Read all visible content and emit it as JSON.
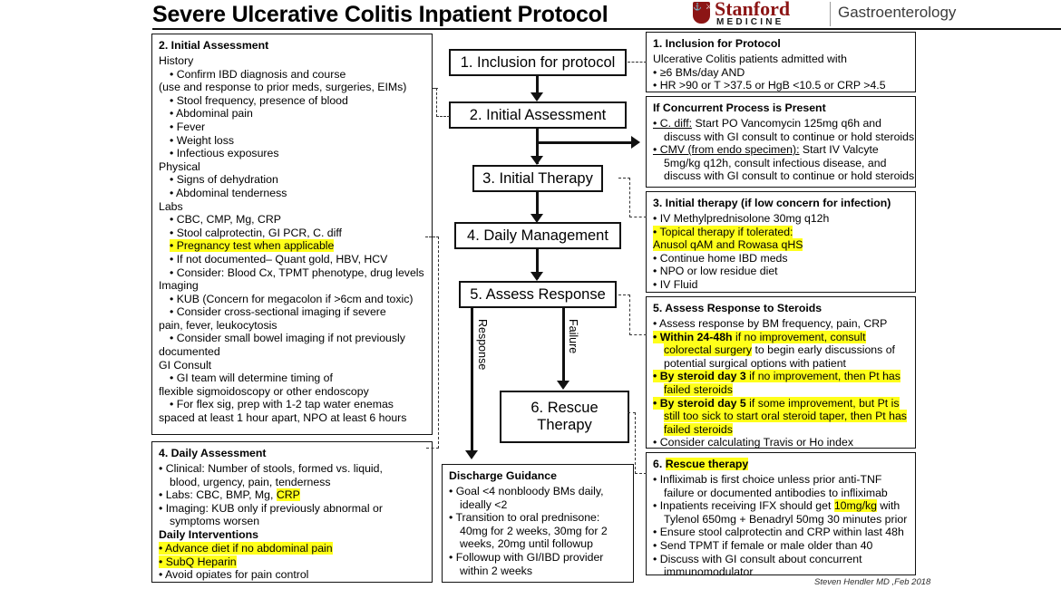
{
  "header": {
    "title": "Severe Ulcerative Colitis Inpatient Protocol",
    "logo": {
      "shield_icon": "stanford-shield-icon",
      "word_stanford": "Stanford",
      "word_medicine": "MEDICINE",
      "department": "Gastroenterology",
      "brand_color": "#8C1515"
    }
  },
  "flow": {
    "step1": "1. Inclusion for protocol",
    "step2": "2. Initial Assessment",
    "step3": "3. Initial Therapy",
    "step4": "4. Daily Management",
    "step5": "5. Assess Response",
    "step6_line1": "6. Rescue",
    "step6_line2": "Therapy",
    "edge_response": "Response",
    "edge_failure": "Failure"
  },
  "left_assessment": {
    "heading": "2. Initial Assessment",
    "sections": [
      {
        "label": "History",
        "items": [
          {
            "text": "• Confirm IBD diagnosis and course",
            "indent": 1
          },
          {
            "text": "(use and response to prior meds, surgeries, EIMs)",
            "indent": 0
          },
          {
            "text": "• Stool frequency, presence of blood",
            "indent": 1
          },
          {
            "text": "• Abdominal pain",
            "indent": 1
          },
          {
            "text": "• Fever",
            "indent": 1
          },
          {
            "text": "• Weight loss",
            "indent": 1
          },
          {
            "text": "• Infectious exposures",
            "indent": 1
          }
        ]
      },
      {
        "label": "Physical",
        "items": [
          {
            "text": "• Signs of dehydration",
            "indent": 1
          },
          {
            "text": "• Abdominal tenderness",
            "indent": 1
          }
        ]
      },
      {
        "label": "Labs",
        "items": [
          {
            "text": "• CBC, CMP, Mg, CRP",
            "indent": 1
          },
          {
            "text": "• Stool calprotectin, GI PCR, C. diff",
            "indent": 1
          },
          {
            "text": "• Pregnancy test when applicable",
            "indent": 1,
            "highlight": true
          },
          {
            "text": "• If not documented– Quant gold, HBV, HCV",
            "indent": 1
          },
          {
            "text": "• Consider: Blood Cx, TPMT phenotype, drug levels",
            "indent": 1
          }
        ]
      },
      {
        "label": "Imaging",
        "items": [
          {
            "text": "• KUB (Concern for megacolon if >6cm and toxic)",
            "indent": 1
          },
          {
            "text": "• Consider cross-sectional imaging if severe",
            "indent": 1
          },
          {
            "text": "pain, fever, leukocytosis",
            "indent": 0
          },
          {
            "text": "• Consider small bowel imaging if not previously",
            "indent": 1
          },
          {
            "text": "documented",
            "indent": 0
          }
        ]
      },
      {
        "label": "GI Consult",
        "items": [
          {
            "text": "• GI team will determine timing of",
            "indent": 1
          },
          {
            "text": "flexible sigmoidoscopy or other endoscopy",
            "indent": 0
          },
          {
            "text": "• For flex sig,  prep with 1-2 tap water enemas",
            "indent": 1
          },
          {
            "text": "spaced at least 1 hour apart, NPO at least 6 hours",
            "indent": 0
          }
        ]
      }
    ]
  },
  "left_daily": {
    "heading": "4. Daily Assessment",
    "items": [
      {
        "text": "• Clinical: Number of stools, formed vs. liquid,",
        "indent": 0
      },
      {
        "text": "blood, urgency, pain, tenderness",
        "indent": 1
      },
      {
        "text": "• Labs: CBC, BMP, Mg, ",
        "indent": 0,
        "tail": "CRP",
        "tail_highlight": true
      },
      {
        "text": "• Imaging: KUB only if previously abnormal or",
        "indent": 0
      },
      {
        "text": "symptoms worsen",
        "indent": 1
      }
    ],
    "sub_heading": "Daily Interventions",
    "interventions": [
      {
        "text": "• Advance diet if no abdominal pain",
        "highlight": true
      },
      {
        "text": "• SubQ Heparin",
        "highlight": true
      },
      {
        "text": "• Avoid opiates for pain control",
        "highlight": false
      }
    ]
  },
  "discharge": {
    "heading": "Discharge Guidance",
    "items": [
      {
        "text": "• Goal <4 nonbloody BMs daily,",
        "indent": 0
      },
      {
        "text": "ideally <2",
        "indent": 1
      },
      {
        "text": "• Transition to oral prednisone:",
        "indent": 0
      },
      {
        "text": "40mg for 2 weeks, 30mg for 2",
        "indent": 1
      },
      {
        "text": "weeks, 20mg until followup",
        "indent": 1
      },
      {
        "text": "• Followup with GI/IBD provider",
        "indent": 0
      },
      {
        "text": "within 2 weeks",
        "indent": 1
      }
    ]
  },
  "right_inclusion": {
    "heading": "1. Inclusion for Protocol",
    "items": [
      {
        "text": "Ulcerative Colitis patients admitted with",
        "indent": 0
      },
      {
        "text": "• ≥6 BMs/day AND",
        "indent": 0
      },
      {
        "text": "• HR >90 or T >37.5 or HgB <10.5 or CRP >4.5",
        "indent": 0
      }
    ]
  },
  "right_concurrent": {
    "heading": "If Concurrent Process is Present",
    "items": [
      {
        "lead": "• C. diff:",
        "underline": true,
        "text": " Start PO Vancomycin 125mg q6h and",
        "indent": 0
      },
      {
        "text": "discuss with GI consult to continue or hold steroids",
        "indent": 1
      },
      {
        "lead": "• CMV (from endo specimen):",
        "underline": true,
        "text": " Start IV Valcyte",
        "indent": 0
      },
      {
        "text": "5mg/kg q12h, consult infectious disease, and",
        "indent": 1
      },
      {
        "text": "discuss with GI consult to continue or hold steroids",
        "indent": 1
      }
    ]
  },
  "right_therapy": {
    "heading": "3. Initial therapy (if low concern for infection)",
    "items": [
      {
        "text": "• IV Methylprednisolone 30mg q12h",
        "indent": 0
      },
      {
        "text": "• Topical therapy if tolerated:",
        "indent": 0,
        "highlight": true
      },
      {
        "text": "  Anusol qAM and Rowasa qHS",
        "indent": 0,
        "highlight": true
      },
      {
        "text": "• Continue home IBD meds",
        "indent": 0
      },
      {
        "text": "• NPO or low residue diet",
        "indent": 0
      },
      {
        "text": "• IV Fluid",
        "indent": 0
      }
    ]
  },
  "right_assess": {
    "heading": "5. Assess Response to Steroids",
    "items": [
      {
        "text": "• Assess response by BM frequency, pain, CRP",
        "indent": 0
      },
      {
        "bold": "• Within 24-48h",
        "text": " if no improvement, consult",
        "indent": 0,
        "highlight": true
      },
      {
        "text": "colorectal surgery",
        "tail": " to begin early discussions of",
        "indent": 1,
        "part_highlight": true
      },
      {
        "text": "potential surgical options with patient",
        "indent": 1
      },
      {
        "bold": "• By steroid day 3",
        "text": " if no improvement, then Pt has",
        "indent": 0,
        "highlight": true
      },
      {
        "text": "failed steroids",
        "indent": 1,
        "highlight": true
      },
      {
        "bold": "• By steroid day 5",
        "text": " if some improvement, but Pt is",
        "indent": 0,
        "highlight": true
      },
      {
        "text": "still too sick to start oral steroid taper, then Pt has",
        "indent": 1,
        "highlight": true
      },
      {
        "text": "failed steroids",
        "indent": 1,
        "highlight": true
      },
      {
        "text": "• Consider calculating Travis or Ho index",
        "indent": 0
      }
    ]
  },
  "right_rescue": {
    "heading_num": "6. ",
    "heading": "Rescue therapy",
    "items": [
      {
        "text": "• Infliximab is first choice unless prior anti-TNF",
        "indent": 0
      },
      {
        "text": "failure or documented antibodies to infliximab",
        "indent": 1
      },
      {
        "text": "• Inpatients receiving IFX should get ",
        "mid": "10mg/kg",
        "tail": " with",
        "indent": 0
      },
      {
        "text": "Tylenol 650mg + Benadryl 50mg 30 minutes prior",
        "indent": 1
      },
      {
        "text": "• Ensure stool calprotectin and CRP within last 48h",
        "indent": 0
      },
      {
        "text": "• Send TPMT if female or male older than 40",
        "indent": 0
      },
      {
        "text": "• Discuss with GI consult about concurrent",
        "indent": 0
      },
      {
        "text": "immunomodulator",
        "indent": 1
      }
    ]
  },
  "footer": {
    "credit": "Steven Hendler MD ,Feb 2018"
  }
}
